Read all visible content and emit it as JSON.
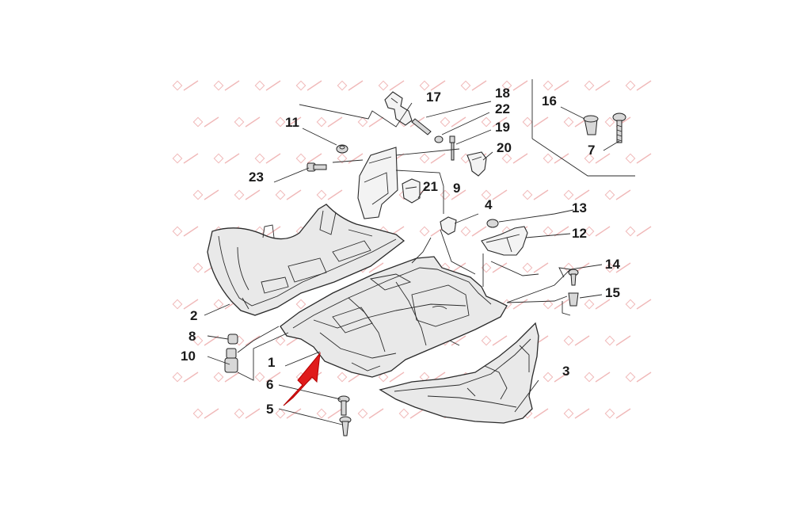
{
  "diagram": {
    "callouts": {
      "c1": "1",
      "c2": "2",
      "c3": "3",
      "c4": "4",
      "c5": "5",
      "c6": "6",
      "c7": "7",
      "c8": "8",
      "c9": "9",
      "c10": "10",
      "c11": "11",
      "c12": "12",
      "c13": "13",
      "c14": "14",
      "c15": "15",
      "c16": "16",
      "c17": "17",
      "c18": "18",
      "c19": "19",
      "c20": "20",
      "c21": "21",
      "c22": "22",
      "c23": "23"
    },
    "colors": {
      "arrow": "#e01b1b",
      "watermark": "#f0b8b8",
      "line": "#2a2a2a"
    }
  }
}
